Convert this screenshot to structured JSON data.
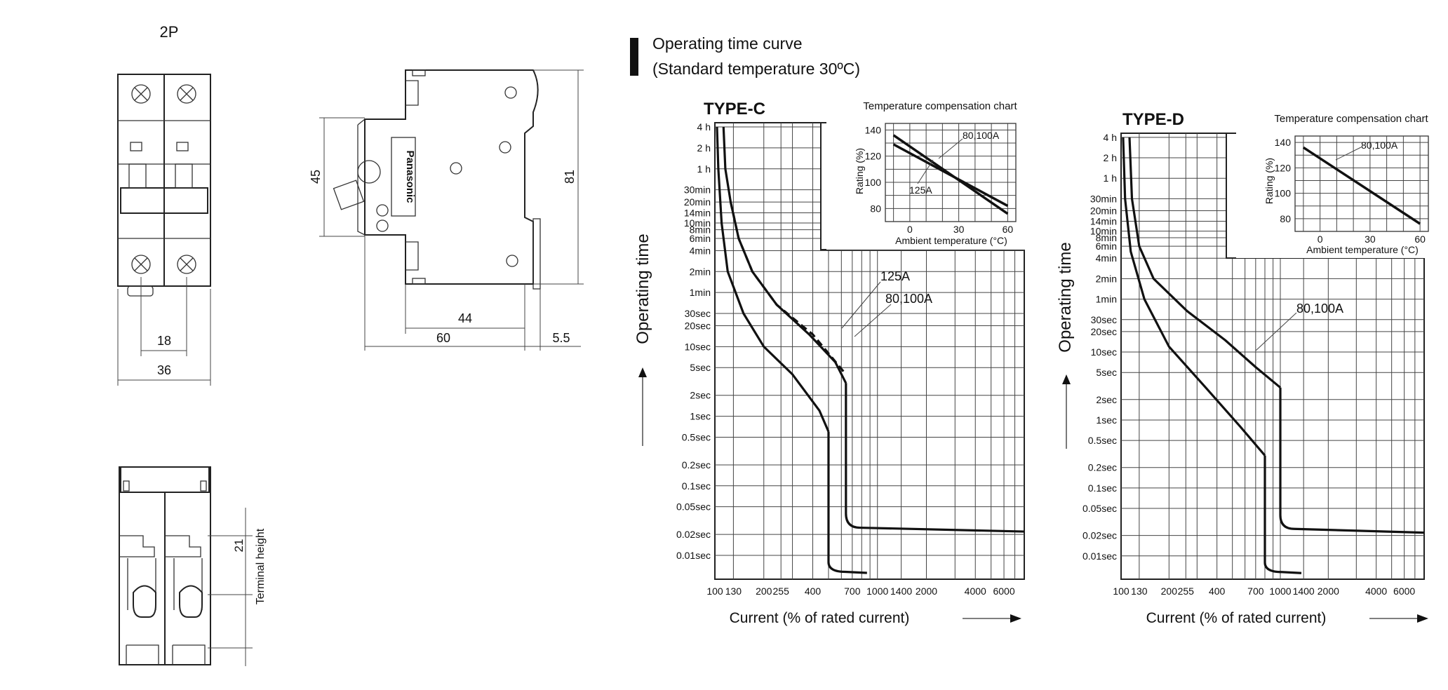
{
  "drawing": {
    "pole_label": "2P",
    "front_dims": {
      "pitch": "18",
      "width": "36"
    },
    "side_dims": {
      "height_a": "45",
      "height_b": "81",
      "depth_a": "44",
      "depth_b": "60",
      "rail": "5.5"
    },
    "brand_text": "Panasonic",
    "terminal_dims": {
      "height": "21",
      "label": "Terminal height"
    }
  },
  "section": {
    "title": "Operating time curve",
    "subtitle": "(Standard temperature 30ºC)"
  },
  "chart_data": [
    {
      "type": "line",
      "title": "TYPE-C",
      "xlabel": "Current (% of rated current)",
      "ylabel": "Operating time",
      "x_scale": "log",
      "xlim": [
        100,
        8000
      ],
      "x_ticks": [
        "100",
        "130",
        "200",
        "255",
        "400",
        "700",
        "1000",
        "1400",
        "2000",
        "4000",
        "6000"
      ],
      "y_scale": "log",
      "y_ticks": [
        "4 h",
        "2 h",
        "1 h",
        "30min",
        "20min",
        "14min",
        "10min",
        "8min",
        "6min",
        "4min",
        "2min",
        "1min",
        "30sec",
        "20sec",
        "10sec",
        "5sec",
        "2sec",
        "1sec",
        "0.5sec",
        "0.2sec",
        "0.1sec",
        "0.05sec",
        "0.02sec",
        "0.01sec"
      ],
      "series": [
        {
          "name": "80,100A",
          "style": "solid",
          "points": [
            [
              113,
              "4 h"
            ],
            [
              116,
              "1 h"
            ],
            [
              125,
              "20min"
            ],
            [
              140,
              "6min"
            ],
            [
              170,
              "2min"
            ],
            [
              240,
              "40sec"
            ],
            [
              380,
              "15sec"
            ],
            [
              550,
              "6sec"
            ],
            [
              640,
              "3sec"
            ]
          ]
        },
        {
          "name": "125A",
          "style": "dashed",
          "points": [
            [
              125,
              "20min"
            ],
            [
              140,
              "6min"
            ],
            [
              170,
              "2min"
            ],
            [
              240,
              "40sec"
            ],
            [
              400,
              "15sec"
            ],
            [
              640,
              "4sec"
            ]
          ]
        },
        {
          "name": "",
          "style": "solid",
          "points": [
            [
              103,
              "4 h"
            ],
            [
              105,
              "1 h"
            ],
            [
              110,
              "10min"
            ],
            [
              120,
              "2min"
            ],
            [
              150,
              "30sec"
            ],
            [
              200,
              "10sec"
            ],
            [
              300,
              "4sec"
            ],
            [
              440,
              "1.2sec"
            ],
            [
              500,
              "0.6sec"
            ]
          ]
        }
      ],
      "inset": {
        "title": "Temperature compensation chart",
        "xlabel": "Ambient temperature (°C)",
        "ylabel": "Rating (%)",
        "x_ticks": [
          "0",
          "30",
          "60"
        ],
        "y_ticks": [
          "140",
          "120",
          "100",
          "80"
        ],
        "series": [
          {
            "name": "80,100A",
            "points": [
              [
                -10,
                129
              ],
              [
                60,
                82
              ]
            ]
          },
          {
            "name": "125A",
            "points": [
              [
                -10,
                136
              ],
              [
                60,
                76
              ]
            ]
          }
        ]
      }
    },
    {
      "type": "line",
      "title": "TYPE-D",
      "xlabel": "Current (% of rated current)",
      "ylabel": "Operating time",
      "x_scale": "log",
      "xlim": [
        100,
        8000
      ],
      "x_ticks": [
        "100",
        "130",
        "200",
        "255",
        "400",
        "700",
        "1000",
        "1400",
        "2000",
        "4000",
        "6000"
      ],
      "y_scale": "log",
      "y_ticks": [
        "4 h",
        "2 h",
        "1 h",
        "30min",
        "20min",
        "14min",
        "10min",
        "8min",
        "6min",
        "4min",
        "2min",
        "1min",
        "30sec",
        "20sec",
        "10sec",
        "5sec",
        "2sec",
        "1sec",
        "0.5sec",
        "0.2sec",
        "0.1sec",
        "0.05sec",
        "0.02sec",
        "0.01sec"
      ],
      "series": [
        {
          "name": "80,100A",
          "points": [
            [
              113,
              "4 h"
            ],
            [
              117,
              "30min"
            ],
            [
              130,
              "6min"
            ],
            [
              160,
              "2min"
            ],
            [
              260,
              "40sec"
            ],
            [
              450,
              "15sec"
            ],
            [
              700,
              "6sec"
            ],
            [
              1000,
              "3sec"
            ]
          ]
        },
        {
          "name": "",
          "points": [
            [
              103,
              "4 h"
            ],
            [
              106,
              "30min"
            ],
            [
              115,
              "5min"
            ],
            [
              140,
              "1min"
            ],
            [
              200,
              "12sec"
            ],
            [
              340,
              "3sec"
            ],
            [
              560,
              "0.8sec"
            ],
            [
              800,
              "0.3sec"
            ]
          ]
        }
      ],
      "inset": {
        "title": "Temperature compensation chart",
        "xlabel": "Ambient temperature (°C)",
        "ylabel": "Rating (%)",
        "x_ticks": [
          "0",
          "30",
          "60"
        ],
        "y_ticks": [
          "140",
          "120",
          "100",
          "80"
        ],
        "series": [
          {
            "name": "80,100A",
            "points": [
              [
                -10,
                136
              ],
              [
                60,
                76
              ]
            ]
          }
        ]
      }
    }
  ]
}
